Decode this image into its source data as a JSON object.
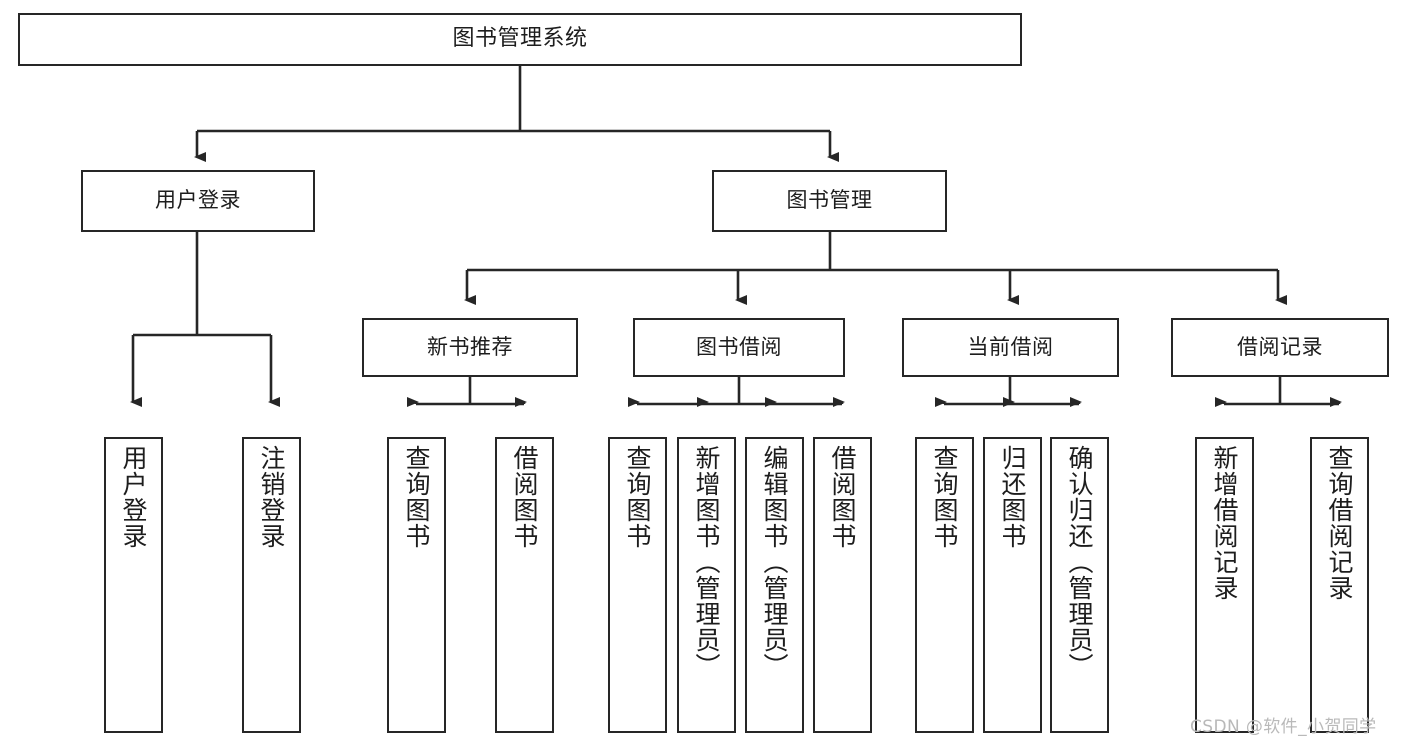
{
  "diagram": {
    "title": "图书管理系统",
    "type": "tree-hierarchy-chart",
    "root": {
      "label": "图书管理系统"
    },
    "level2": [
      {
        "label": "用户登录"
      },
      {
        "label": "图书管理"
      }
    ],
    "level3": [
      {
        "label": "新书推荐"
      },
      {
        "label": "图书借阅"
      },
      {
        "label": "当前借阅"
      },
      {
        "label": "借阅记录"
      }
    ],
    "leaves": {
      "user_login": [
        {
          "label": "用户登录"
        },
        {
          "label": "注销登录"
        }
      ],
      "new_book_recommend": [
        {
          "label": "查询图书"
        },
        {
          "label": "借阅图书"
        }
      ],
      "book_borrow": [
        {
          "label": "查询图书"
        },
        {
          "label": "新增图书（管理员）"
        },
        {
          "label": "编辑图书（管理员）"
        },
        {
          "label": "借阅图书"
        }
      ],
      "current_borrow": [
        {
          "label": "查询图书"
        },
        {
          "label": "归还图书"
        },
        {
          "label": "确认归还（管理员）"
        }
      ],
      "borrow_record": [
        {
          "label": "新增借阅记录"
        },
        {
          "label": "查询借阅记录"
        }
      ]
    },
    "watermark": "CSDN @软件_小贺同学",
    "colors": {
      "stroke": "#262626",
      "fill": "#ffffff",
      "text": "#1d1d1d",
      "watermark": "#b9b9b9"
    }
  }
}
